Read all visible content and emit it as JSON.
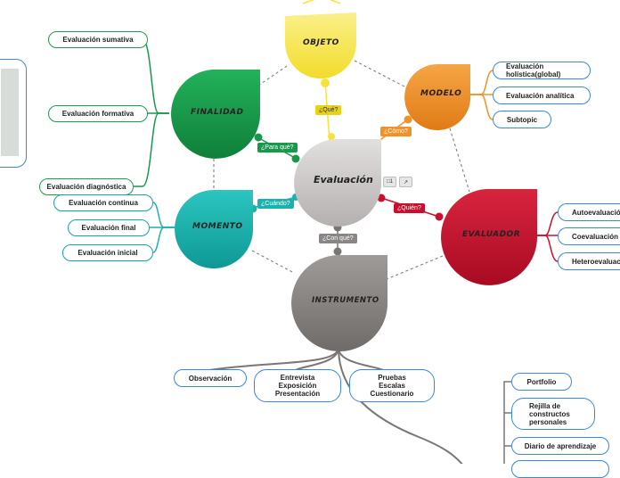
{
  "central": {
    "label": "Evaluación",
    "comment_count": "1"
  },
  "nodes": {
    "objeto": "OBJETO",
    "finalidad": "FINALIDAD",
    "modelo": "MODELO",
    "momento": "MOMENTO",
    "evaluador": "EVALUADOR",
    "instrumento": "INSTRUMENTO"
  },
  "connectors": {
    "que": "¿Qué?",
    "como": "¿Cómo?",
    "para_que": "¿Para qué?",
    "cuando": "¿Cuándo?",
    "quien": "¿Quién?",
    "con_que": "¿Con qué?"
  },
  "finalidad_items": [
    "Evaluación sumativa",
    "Evaluación formativa",
    "Evaluación diagnóstica"
  ],
  "momento_items": [
    "Evaluación continua",
    "Evaluación final",
    "Evaluación inicial"
  ],
  "modelo_items": [
    "Evaluación holística(global)",
    "Evaluación analítica",
    "Subtopic"
  ],
  "evaluador_items": [
    "Autoevaluació",
    "Coevaluación",
    "Heteroevaluaci"
  ],
  "instrumento_items": [
    "Observación",
    "Entrevista\nExposición\nPresentación",
    "Pruebas\nEscalas\nCuestionario"
  ],
  "portfolio_items": [
    "Portfolio",
    "Rejilla de\nconstructos\npersonales",
    "Diario de aprendizaje"
  ],
  "colors": {
    "objeto": "#f5e23a",
    "finalidad": "#17994a",
    "modelo": "#f0922a",
    "momento": "#1bb2ae",
    "evaluador": "#c8102e",
    "instrumento": "#8f8b89",
    "central": "#cfcbcb"
  }
}
